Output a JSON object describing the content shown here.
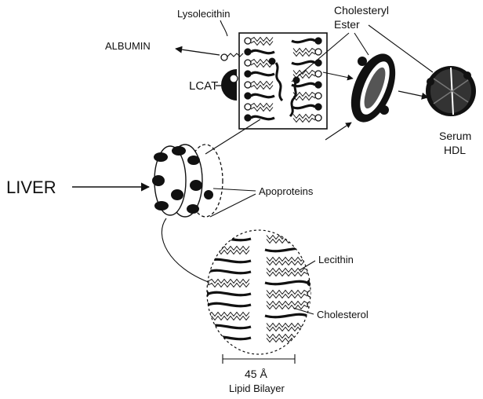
{
  "labels": {
    "lysolecithin": "Lysolecithin",
    "cholesteryl": "Cholesteryl",
    "ester": "Ester",
    "albumin": "ALBUMIN",
    "lcat": "LCAT",
    "serum": "Serum",
    "hdl": "HDL",
    "liver": "LIVER",
    "apoproteins": "Apoproteins",
    "lecithin": "Lecithin",
    "cholesterol": "Cholesterol",
    "scale": "45 Å",
    "bilayer": "Lipid Bilayer"
  },
  "colors": {
    "ink": "#111111",
    "paper": "#ffffff"
  }
}
